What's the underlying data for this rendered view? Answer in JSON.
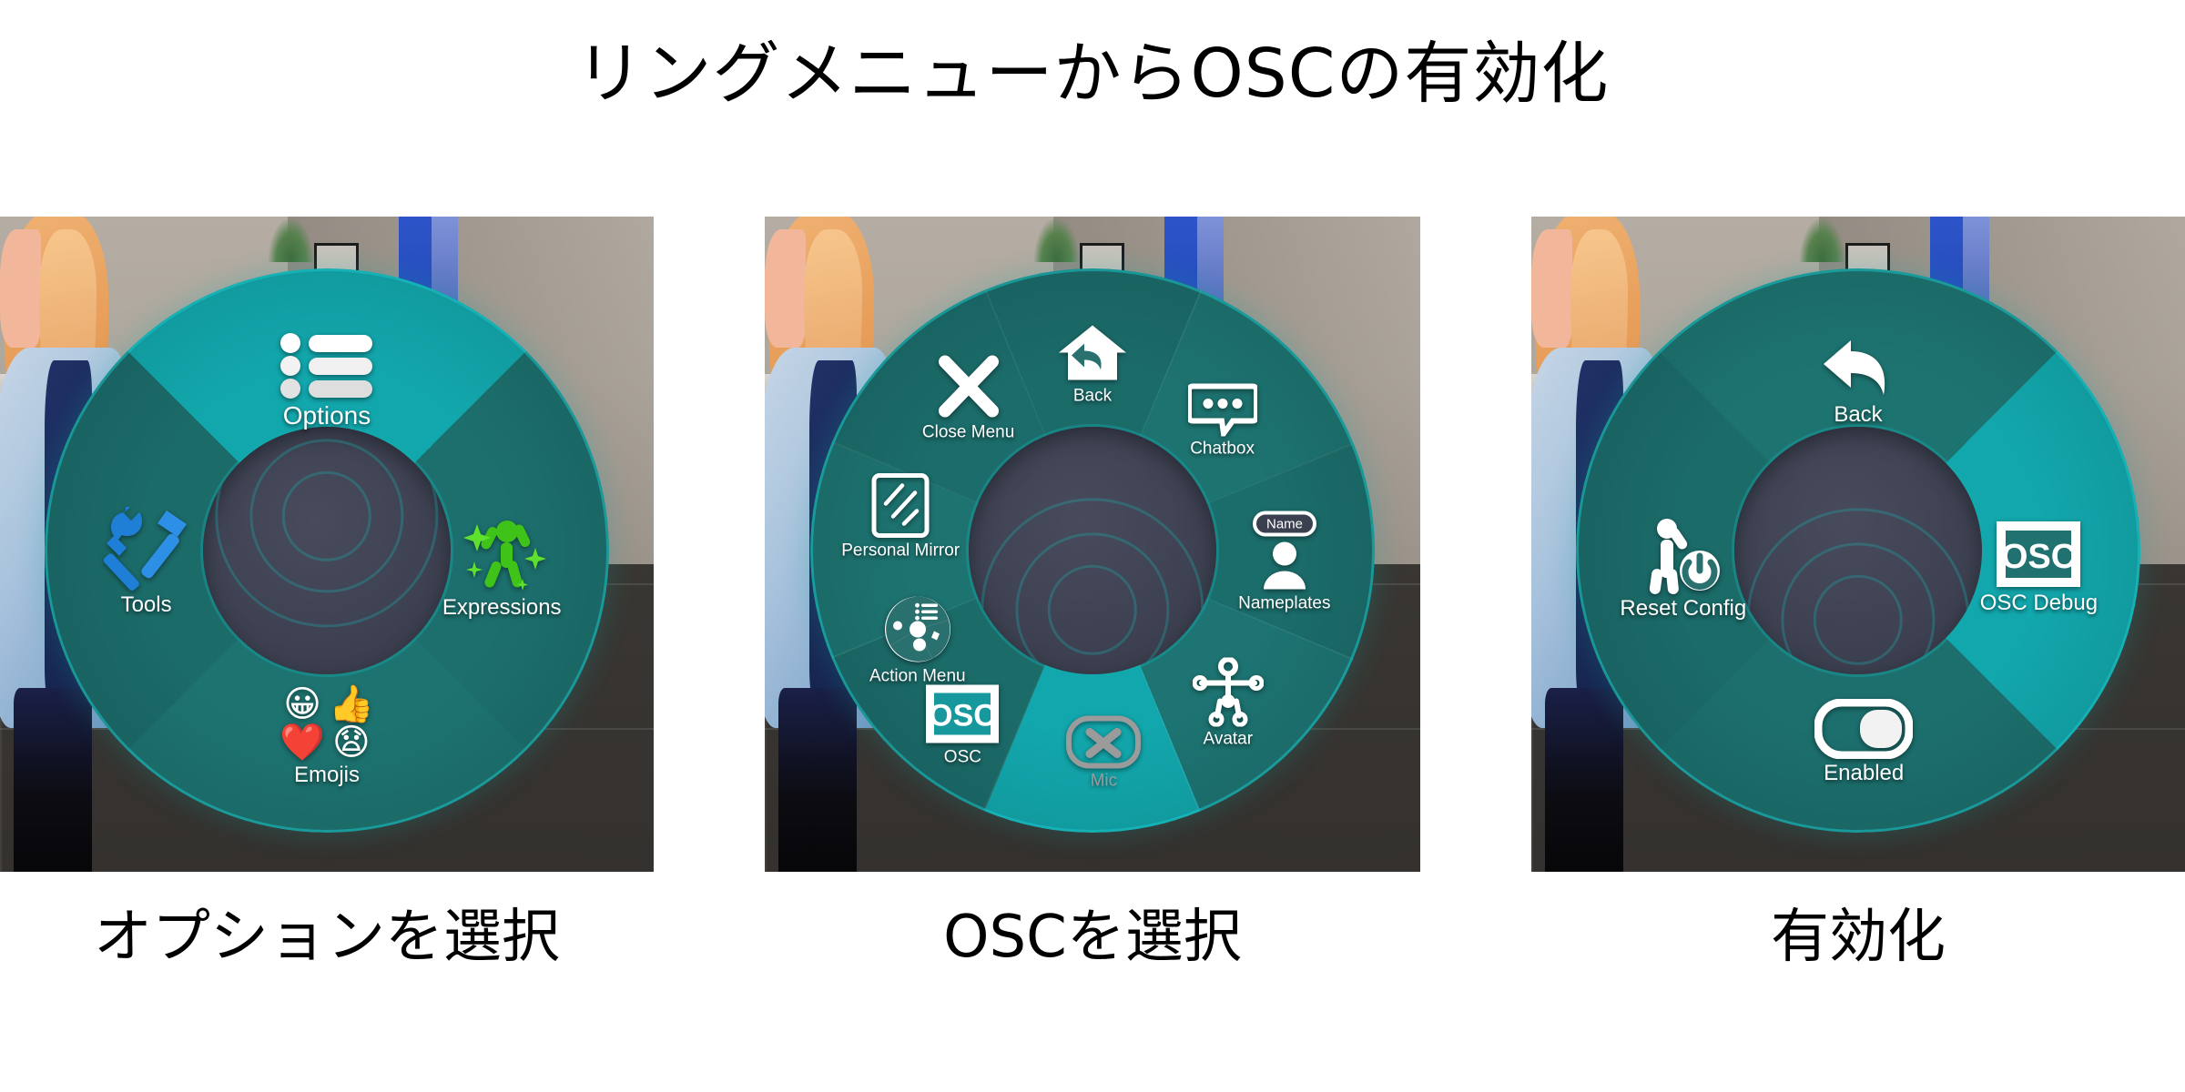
{
  "title": "リングメニューからOSCの有効化",
  "colors": {
    "ring_base": "#1d6f6c",
    "ring_highlight": "#12a7ac",
    "ring_rim": "#1ac3c4",
    "hub": "#3e4252",
    "page_background": "#ffffff",
    "text": "#ffffff",
    "disabled_text": "#9b9b9b",
    "tools_icon": "#1f7fd6",
    "expressions_icon": "#3fc319"
  },
  "panels": [
    {
      "id": "panel-options",
      "caption": "オプションを選択",
      "ring_type": "quad",
      "items": [
        {
          "label": "Options",
          "icon": "list-icon",
          "position": "top",
          "selected": true,
          "disabled": false
        },
        {
          "label": "Expressions",
          "icon": "dancing-person-icon",
          "position": "right",
          "selected": false,
          "disabled": false
        },
        {
          "label": "Emojis",
          "icon": "emoji-cluster-icon",
          "position": "bottom",
          "selected": false,
          "disabled": false
        },
        {
          "label": "Tools",
          "icon": "hammer-wrench-icon",
          "position": "left",
          "selected": false,
          "disabled": false
        }
      ]
    },
    {
      "id": "panel-osc-select",
      "caption": "OSCを選択",
      "ring_type": "octo",
      "items": [
        {
          "label": "Back",
          "icon": "home-back-icon",
          "position": "n",
          "selected": false,
          "disabled": false
        },
        {
          "label": "Chatbox",
          "icon": "chat-bubble-icon",
          "position": "ne",
          "selected": false,
          "disabled": false
        },
        {
          "label": "Nameplates",
          "icon": "nameplate-icon",
          "position": "e",
          "selected": false,
          "disabled": false
        },
        {
          "label": "Avatar",
          "icon": "avatar-figure-icon",
          "position": "se",
          "selected": false,
          "disabled": false
        },
        {
          "label": "Mic",
          "icon": "mic-muted-icon",
          "position": "s",
          "selected": false,
          "disabled": true
        },
        {
          "label": "OSC",
          "icon": "osc-box-icon",
          "position": "sw",
          "selected": true,
          "disabled": false
        },
        {
          "label": "Action Menu",
          "icon": "action-wheel-icon",
          "position": "w",
          "selected": false,
          "disabled": false
        },
        {
          "label": "Personal Mirror",
          "icon": "mirror-icon",
          "position": "nw",
          "selected": false,
          "disabled": false
        },
        {
          "label": "Close Menu",
          "icon": "close-x-icon",
          "position": "nnw",
          "selected": false,
          "disabled": false
        }
      ],
      "nameplate_badge": "Name"
    },
    {
      "id": "panel-enabled",
      "caption": "有効化",
      "ring_type": "quad",
      "items": [
        {
          "label": "Back",
          "icon": "back-arrow-icon",
          "position": "top",
          "selected": false,
          "disabled": false
        },
        {
          "label": "OSC Debug",
          "icon": "osc-box-icon",
          "position": "right",
          "selected": false,
          "disabled": false
        },
        {
          "label": "Enabled",
          "icon": "toggle-on-icon",
          "position": "bottom",
          "selected": true,
          "disabled": false
        },
        {
          "label": "Reset Config",
          "icon": "reset-person-icon",
          "position": "left",
          "selected": false,
          "disabled": false
        }
      ],
      "toggle_state": "on"
    }
  ]
}
